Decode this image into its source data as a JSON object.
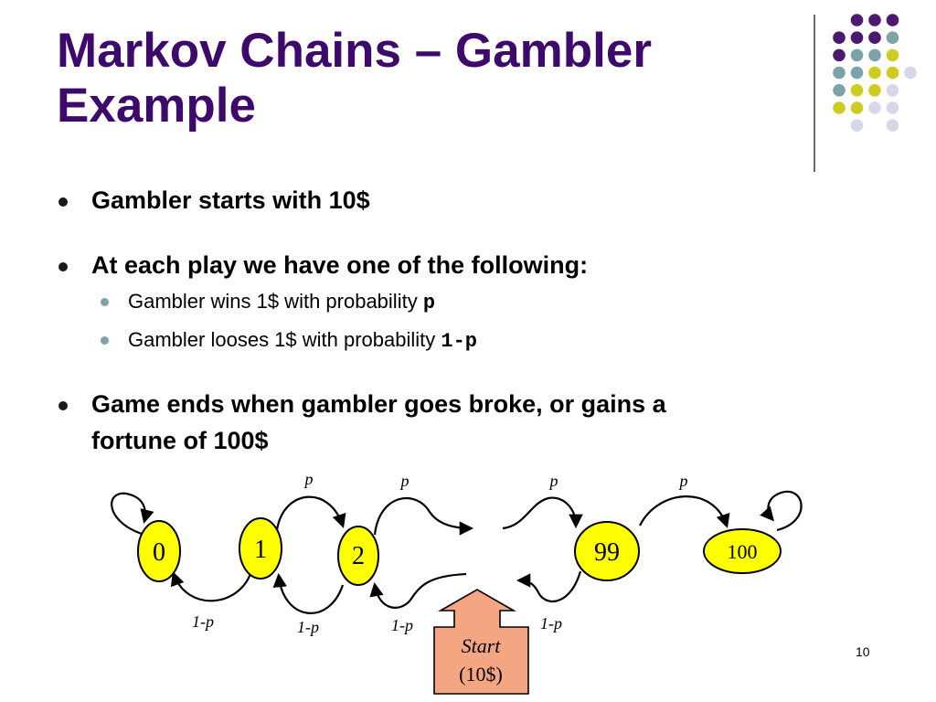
{
  "title_line1": "Markov Chains – Gambler",
  "title_line2": "Example",
  "bullets": [
    {
      "text": "Gambler starts with 10$"
    },
    {
      "text": "At each play we have one of the following:",
      "sub": [
        {
          "text": "Gambler wins 1$ with probability ",
          "code": "p"
        },
        {
          "text": "Gambler looses 1$ with probability ",
          "code": "1-p"
        }
      ]
    },
    {
      "line1": "Game ends when gambler goes broke, or gains a",
      "line2": "fortune of 100$"
    }
  ],
  "states": [
    "0",
    "1",
    "2",
    "99",
    "100"
  ],
  "edge_labels": {
    "win": "p",
    "lose": "1-p"
  },
  "start_box": {
    "line1": "Start",
    "line2": "(10$)"
  },
  "page_number": "10",
  "colors": {
    "title": "#3d0a6b",
    "state_fill": "#ffff00",
    "start_fill": "#f4a582",
    "dot_purple": "#4b1a6e",
    "dot_teal": "#7ba3a8",
    "dot_yellow": "#cccc22",
    "dot_lavender": "#d7d7ea"
  }
}
